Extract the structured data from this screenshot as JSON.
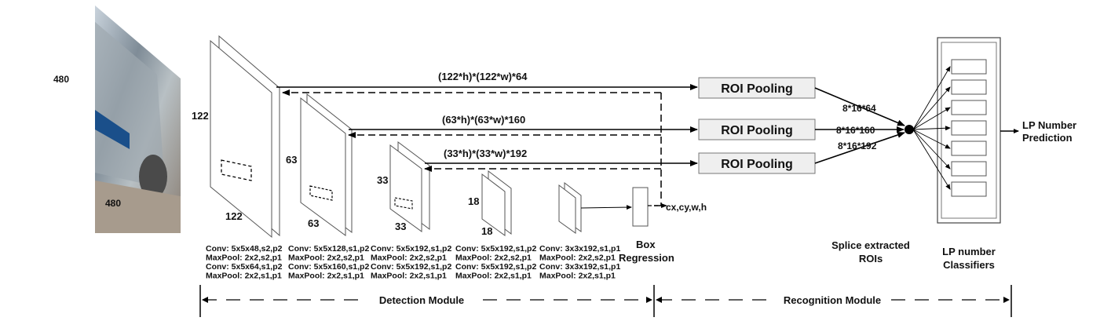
{
  "input": {
    "height_label": "480",
    "width_label": "480"
  },
  "feature_maps": [
    {
      "side_label": "122",
      "bottom_label": "122",
      "ops": [
        "Conv: 5x5x48,s2,p2",
        "MaxPool: 2x2,s2,p1",
        "Conv: 5x5x64,s1,p2",
        "MaxPool: 2x2,s1,p1"
      ]
    },
    {
      "side_label": "63",
      "bottom_label": "63",
      "ops": [
        "Conv: 5x5x128,s1,p2",
        "MaxPool: 2x2,s2,p1",
        "Conv: 5x5x160,s1,p2",
        "MaxPool: 2x2,s1,p1"
      ]
    },
    {
      "side_label": "33",
      "bottom_label": "33",
      "ops": [
        "Conv: 5x5x192,s1,p2",
        "MaxPool: 2x2,s2,p1",
        "Conv: 5x5x192,s1,p2",
        "MaxPool: 2x2,s1,p1"
      ]
    },
    {
      "side_label": "18",
      "bottom_label": "18",
      "ops": [
        "Conv: 5x5x192,s1,p2",
        "MaxPool: 2x2,s2,p1",
        "Conv: 5x5x192,s1,p2",
        "MaxPool: 2x2,s1,p1"
      ]
    },
    {
      "side_label": "",
      "bottom_label": "",
      "ops": [
        "Conv: 3x3x192,s1,p1",
        "MaxPool: 2x2,s2,p1",
        "Conv: 3x3x192,s1,p1",
        "MaxPool: 2x2,s1,p1"
      ]
    }
  ],
  "flow_labels": [
    "(122*h)*(122*w)*64",
    "(63*h)*(63*w)*160",
    "(33*h)*(33*w)*192"
  ],
  "roi_pooling": [
    "ROI Pooling",
    "ROI Pooling",
    "ROI Pooling"
  ],
  "pooled_sizes": [
    "8*16*64",
    "8*16*160",
    "8*16*192"
  ],
  "box_regression": {
    "line1": "Box",
    "line2": "Regression",
    "output": "cx,cy,w,h"
  },
  "splice": {
    "line1": "Splice extracted",
    "line2": "ROIs"
  },
  "classifiers": {
    "line1": "LP number",
    "line2": "Classifiers",
    "count": 7
  },
  "prediction": {
    "line1": "LP Number",
    "line2": "Prediction"
  },
  "modules": {
    "detection": "Detection Module",
    "recognition": "Recognition Module"
  }
}
